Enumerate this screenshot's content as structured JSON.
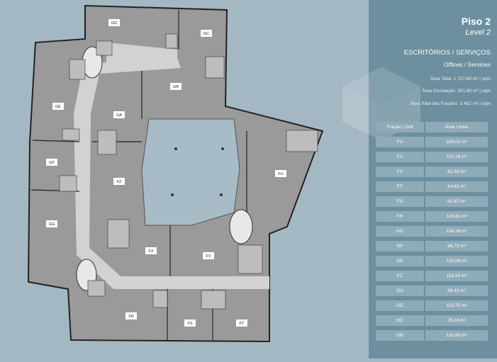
{
  "floor": {
    "title": "Piso 2",
    "subtitle": "Level 2"
  },
  "category": {
    "pt": "ESCRITÓRIOS / SERVIÇOS",
    "en": "Offices / Services"
  },
  "stats": {
    "total": "Área Total: 1 727,80 m² | sqm",
    "circulation": "Área Circulação: 301,90 m² | sqm",
    "fractions": "Área Total das Frações: 1 452 m² | sqm"
  },
  "table": {
    "headers": {
      "unit": "Fração | Unit",
      "area": "Área | Area"
    },
    "rows": [
      {
        "unit": "FU",
        "area": "189,02 m²"
      },
      {
        "unit": "FV",
        "area": "107,18 m²"
      },
      {
        "unit": "FX",
        "area": "62,33 m²"
      },
      {
        "unit": "FT",
        "area": "64,62 m²"
      },
      {
        "unit": "FS",
        "area": "61,87 m²"
      },
      {
        "unit": "FR",
        "area": "129,82 m²"
      },
      {
        "unit": "GG",
        "area": "134,18 m²"
      },
      {
        "unit": "GF",
        "area": "68,73 m²"
      },
      {
        "unit": "GE",
        "area": "132,59 m²"
      },
      {
        "unit": "FZ",
        "area": "119,16 m²"
      },
      {
        "unit": "GA",
        "area": "59,43 m²"
      },
      {
        "unit": "GD",
        "area": "113,75 m²"
      },
      {
        "unit": "GC",
        "area": "78,24 m²"
      },
      {
        "unit": "GB",
        "area": "130,80 m²"
      }
    ]
  },
  "plan_labels": [
    "GD",
    "GC",
    "GB",
    "GE",
    "GA",
    "GF",
    "FZ",
    "GG",
    "FU",
    "FX",
    "FV",
    "FR",
    "FS",
    "FT"
  ],
  "colors": {
    "panel": "#6d8f9f",
    "cell": "#8fabb8",
    "unit_fill": "#9a9a9a",
    "corridor": "#d2d2d2",
    "atrium": "#a7bcc6"
  },
  "icons": [
    "watermark-cube-icon"
  ]
}
